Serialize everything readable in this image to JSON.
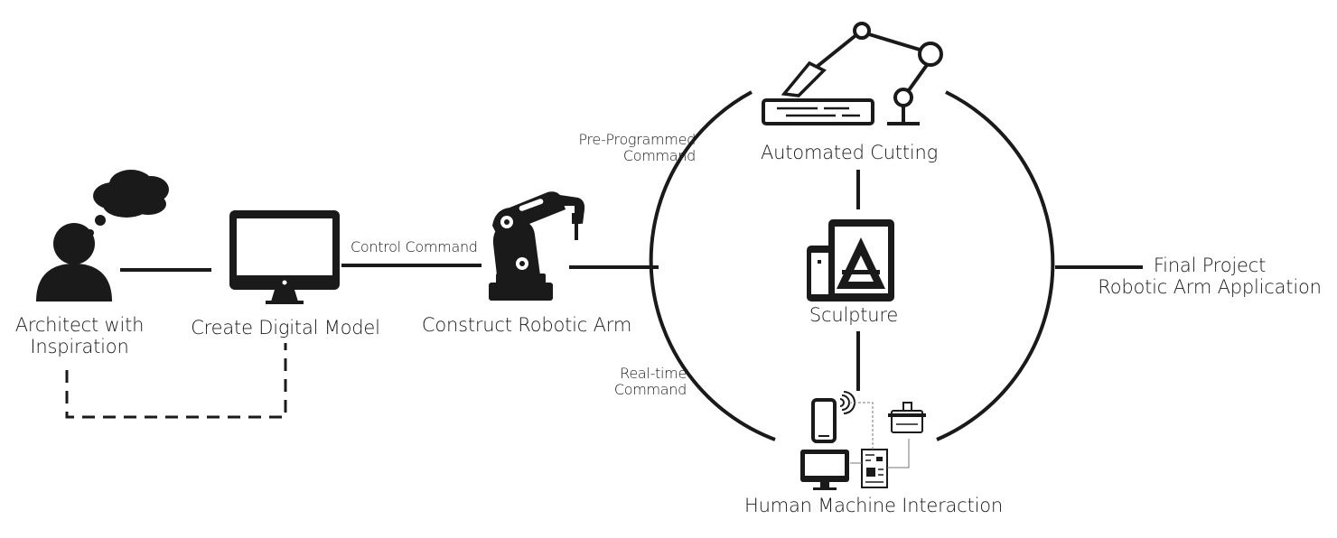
{
  "nodes": {
    "architect": {
      "line1": "Architect with",
      "line2": "Inspiration"
    },
    "digital_model": "Create Digital Model",
    "robotic_arm": "Construct Robotic Arm",
    "automated_cutting": "Automated Cutting",
    "sculpture": "Sculpture",
    "hmi": "Human Machine Interaction",
    "final": {
      "line1": "Final Project",
      "line2": "Robotic Arm Application"
    }
  },
  "edges": {
    "control": "Control Command",
    "preprogrammed": {
      "line1": "Pre-Programmed",
      "line2": "Command"
    },
    "realtime": {
      "line1": "Real-time",
      "line2": "Command"
    }
  },
  "colors": {
    "ink": "#1a1a1a",
    "thin": "#777777",
    "white": "#ffffff"
  },
  "icons": [
    "thought-bubble-icon",
    "person-icon",
    "computer-monitor-icon",
    "robotic-arm-icon",
    "cnc-cutting-robot-icon",
    "sculpture-devices-icon",
    "smartphone-icon",
    "wireless-signal-icon",
    "desktop-icon",
    "circuit-board-icon",
    "servo-motor-icon"
  ]
}
